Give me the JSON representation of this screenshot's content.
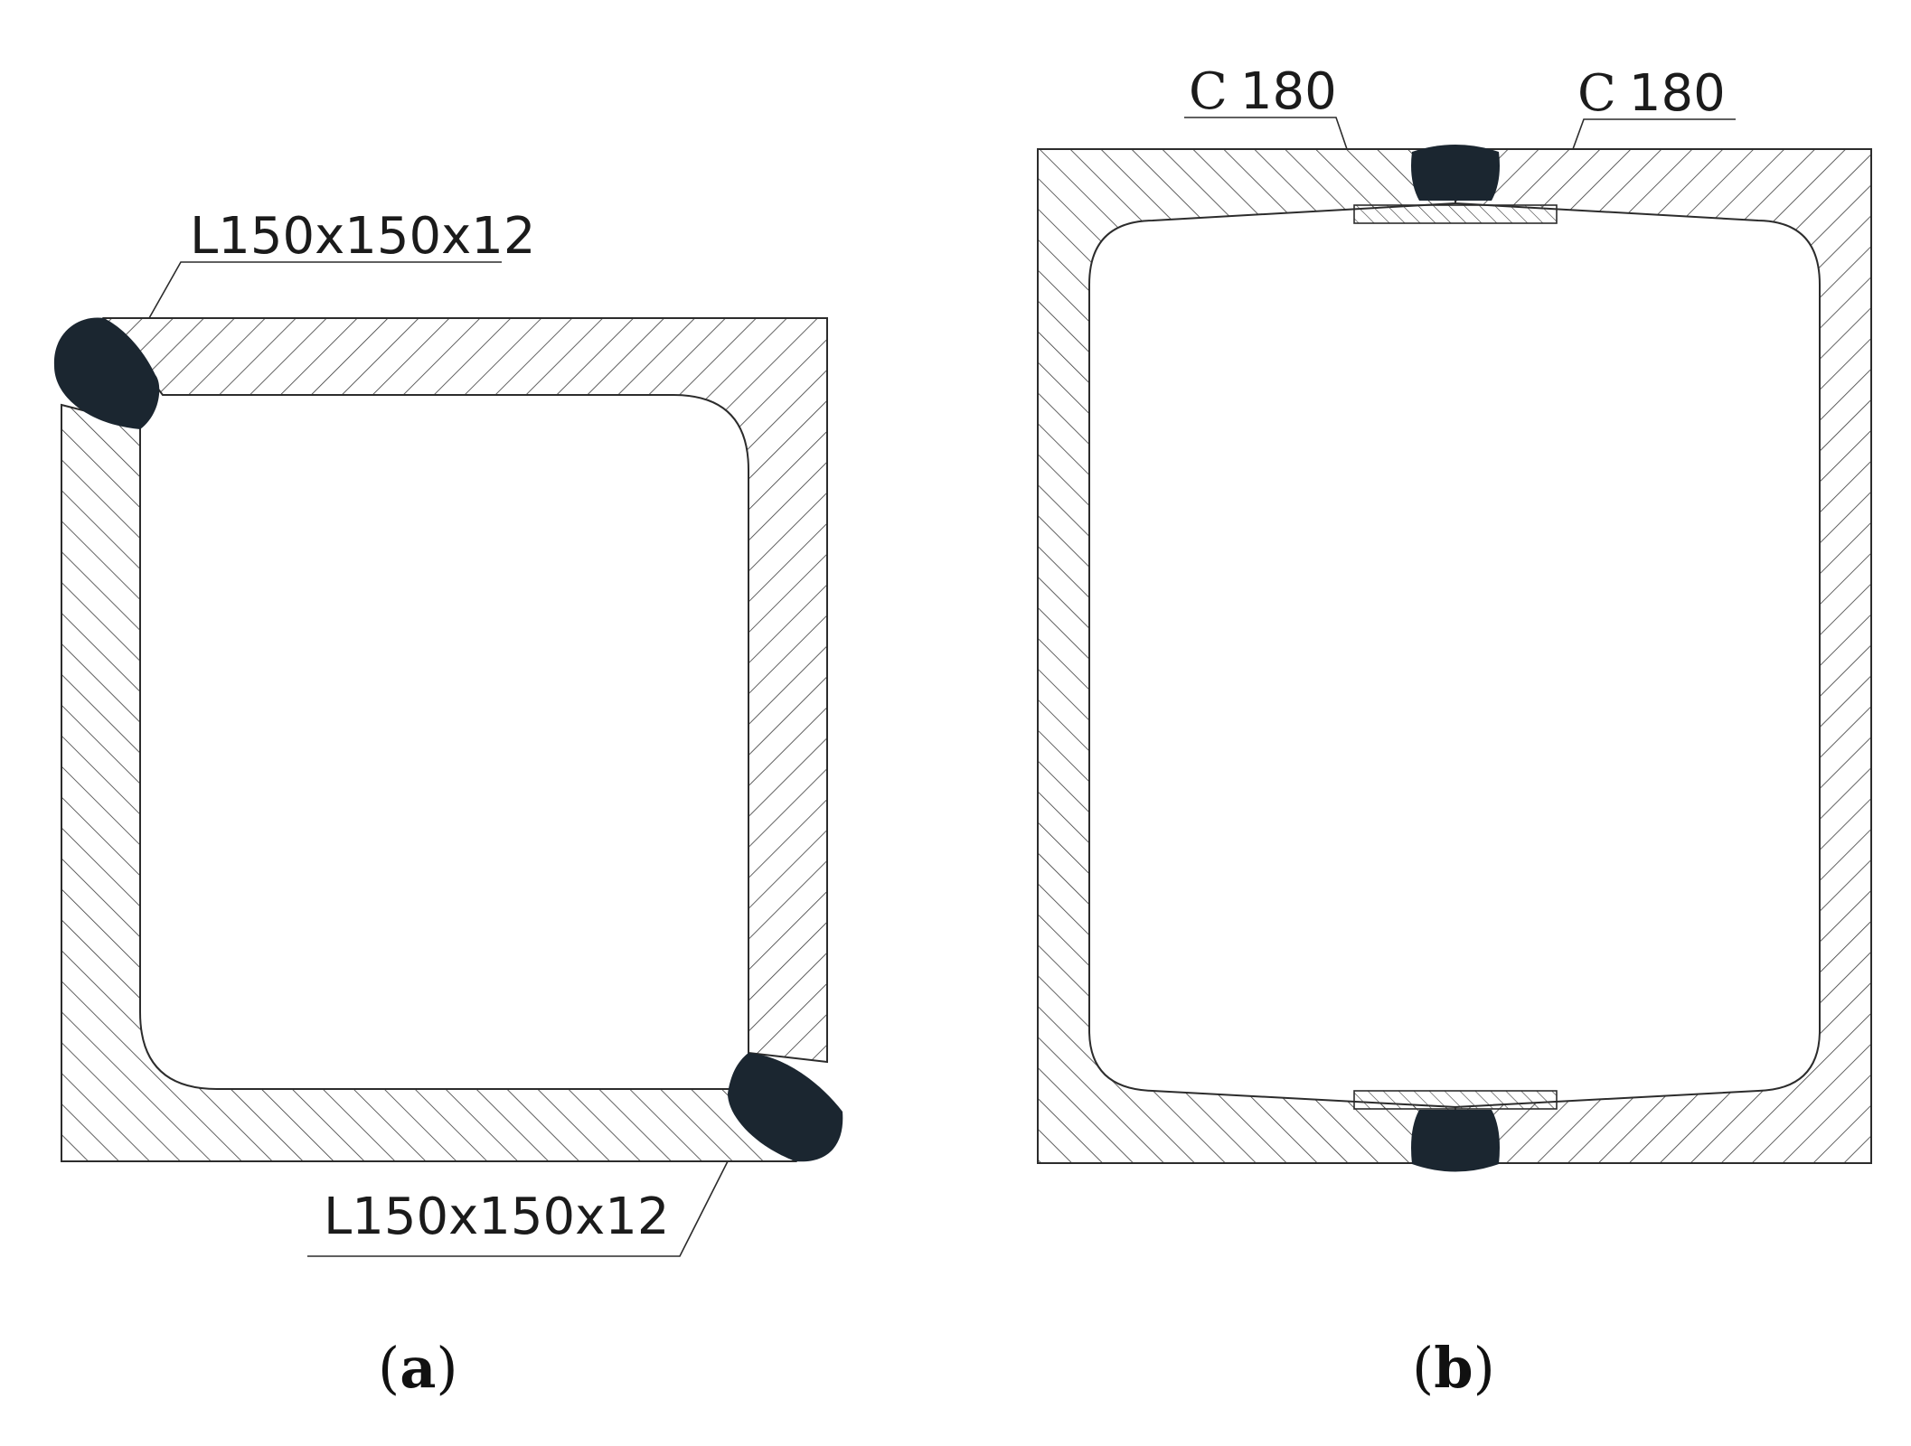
{
  "colors": {
    "outline": "#2c2c2c",
    "hatch": "#3a3a3a",
    "weld": "#1b2630",
    "background": "#ffffff"
  },
  "panel_a": {
    "caption_letter": "a",
    "label_top": "L150x150x12",
    "label_bottom": "L150x150x12"
  },
  "panel_b": {
    "caption_letter": "b",
    "label_left_symbol": "C",
    "label_left_value": "180",
    "label_right_symbol": "C",
    "label_right_value": "180"
  },
  "caption_punctuation": {
    "open": "(",
    "close": ")"
  }
}
